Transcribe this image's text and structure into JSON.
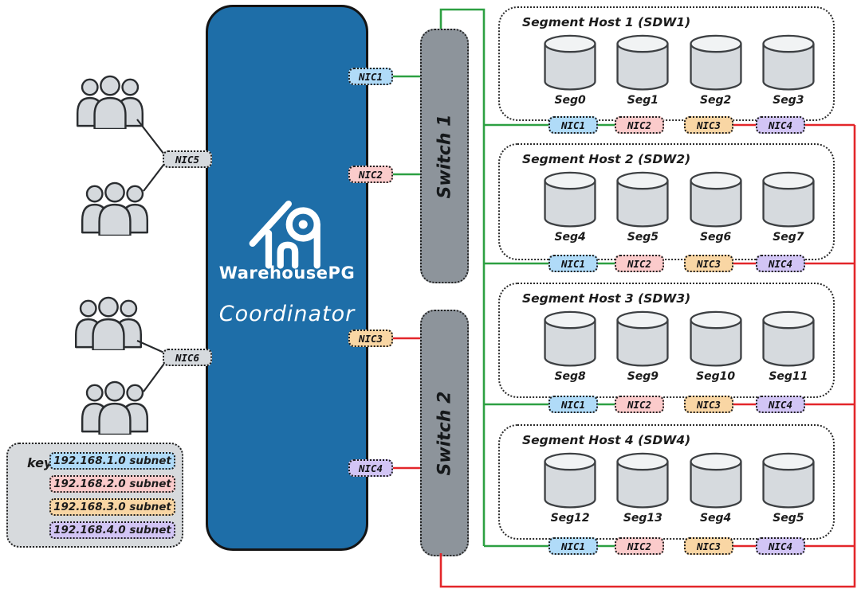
{
  "coordinator": {
    "brand": "WarehousePG",
    "label": "Coordinator",
    "nics": [
      {
        "label": "NIC1",
        "subnet": "192.168.1.0"
      },
      {
        "label": "NIC2",
        "subnet": "192.168.2.0"
      },
      {
        "label": "NIC3",
        "subnet": "192.168.3.0"
      },
      {
        "label": "NIC4",
        "subnet": "192.168.4.0"
      }
    ],
    "client_nics": [
      {
        "label": "NIC5"
      },
      {
        "label": "NIC6"
      }
    ]
  },
  "switches": [
    {
      "label": "Switch 1"
    },
    {
      "label": "Switch 2"
    }
  ],
  "segment_hosts": [
    {
      "title": "Segment Host 1 (SDW1)",
      "segments": [
        "Seg0",
        "Seg1",
        "Seg2",
        "Seg3"
      ],
      "nics": [
        "NIC1",
        "NIC2",
        "NIC3",
        "NIC4"
      ]
    },
    {
      "title": "Segment Host 2 (SDW2)",
      "segments": [
        "Seg4",
        "Seg5",
        "Seg6",
        "Seg7"
      ],
      "nics": [
        "NIC1",
        "NIC2",
        "NIC3",
        "NIC4"
      ]
    },
    {
      "title": "Segment Host 3 (SDW3)",
      "segments": [
        "Seg8",
        "Seg9",
        "Seg10",
        "Seg11"
      ],
      "nics": [
        "NIC1",
        "NIC2",
        "NIC3",
        "NIC4"
      ]
    },
    {
      "title": "Segment Host 4 (SDW4)",
      "segments": [
        "Seg12",
        "Seg13",
        "Seg4",
        "Seg5"
      ],
      "nics": [
        "NIC1",
        "NIC2",
        "NIC3",
        "NIC4"
      ]
    }
  ],
  "key": {
    "label": "key",
    "entries": [
      {
        "text": "192.168.1.0 subnet",
        "color": "#b0dbf8"
      },
      {
        "text": "192.168.2.0 subnet",
        "color": "#fbcbcb"
      },
      {
        "text": "192.168.3.0 subnet",
        "color": "#f9d6a4"
      },
      {
        "text": "192.168.4.0 subnet",
        "color": "#d2c5f5"
      }
    ]
  },
  "colors": {
    "coordinator_fill": "#1e6ea8",
    "switch_fill": "#8d949b",
    "subnet1": "#b0dbf8",
    "subnet2": "#fbcbcb",
    "subnet3": "#f9d6a4",
    "subnet4": "#d2c5f5",
    "link_switch1": "#2da042",
    "link_switch2": "#e3262a",
    "cylinder_fill": "#d6dade"
  }
}
